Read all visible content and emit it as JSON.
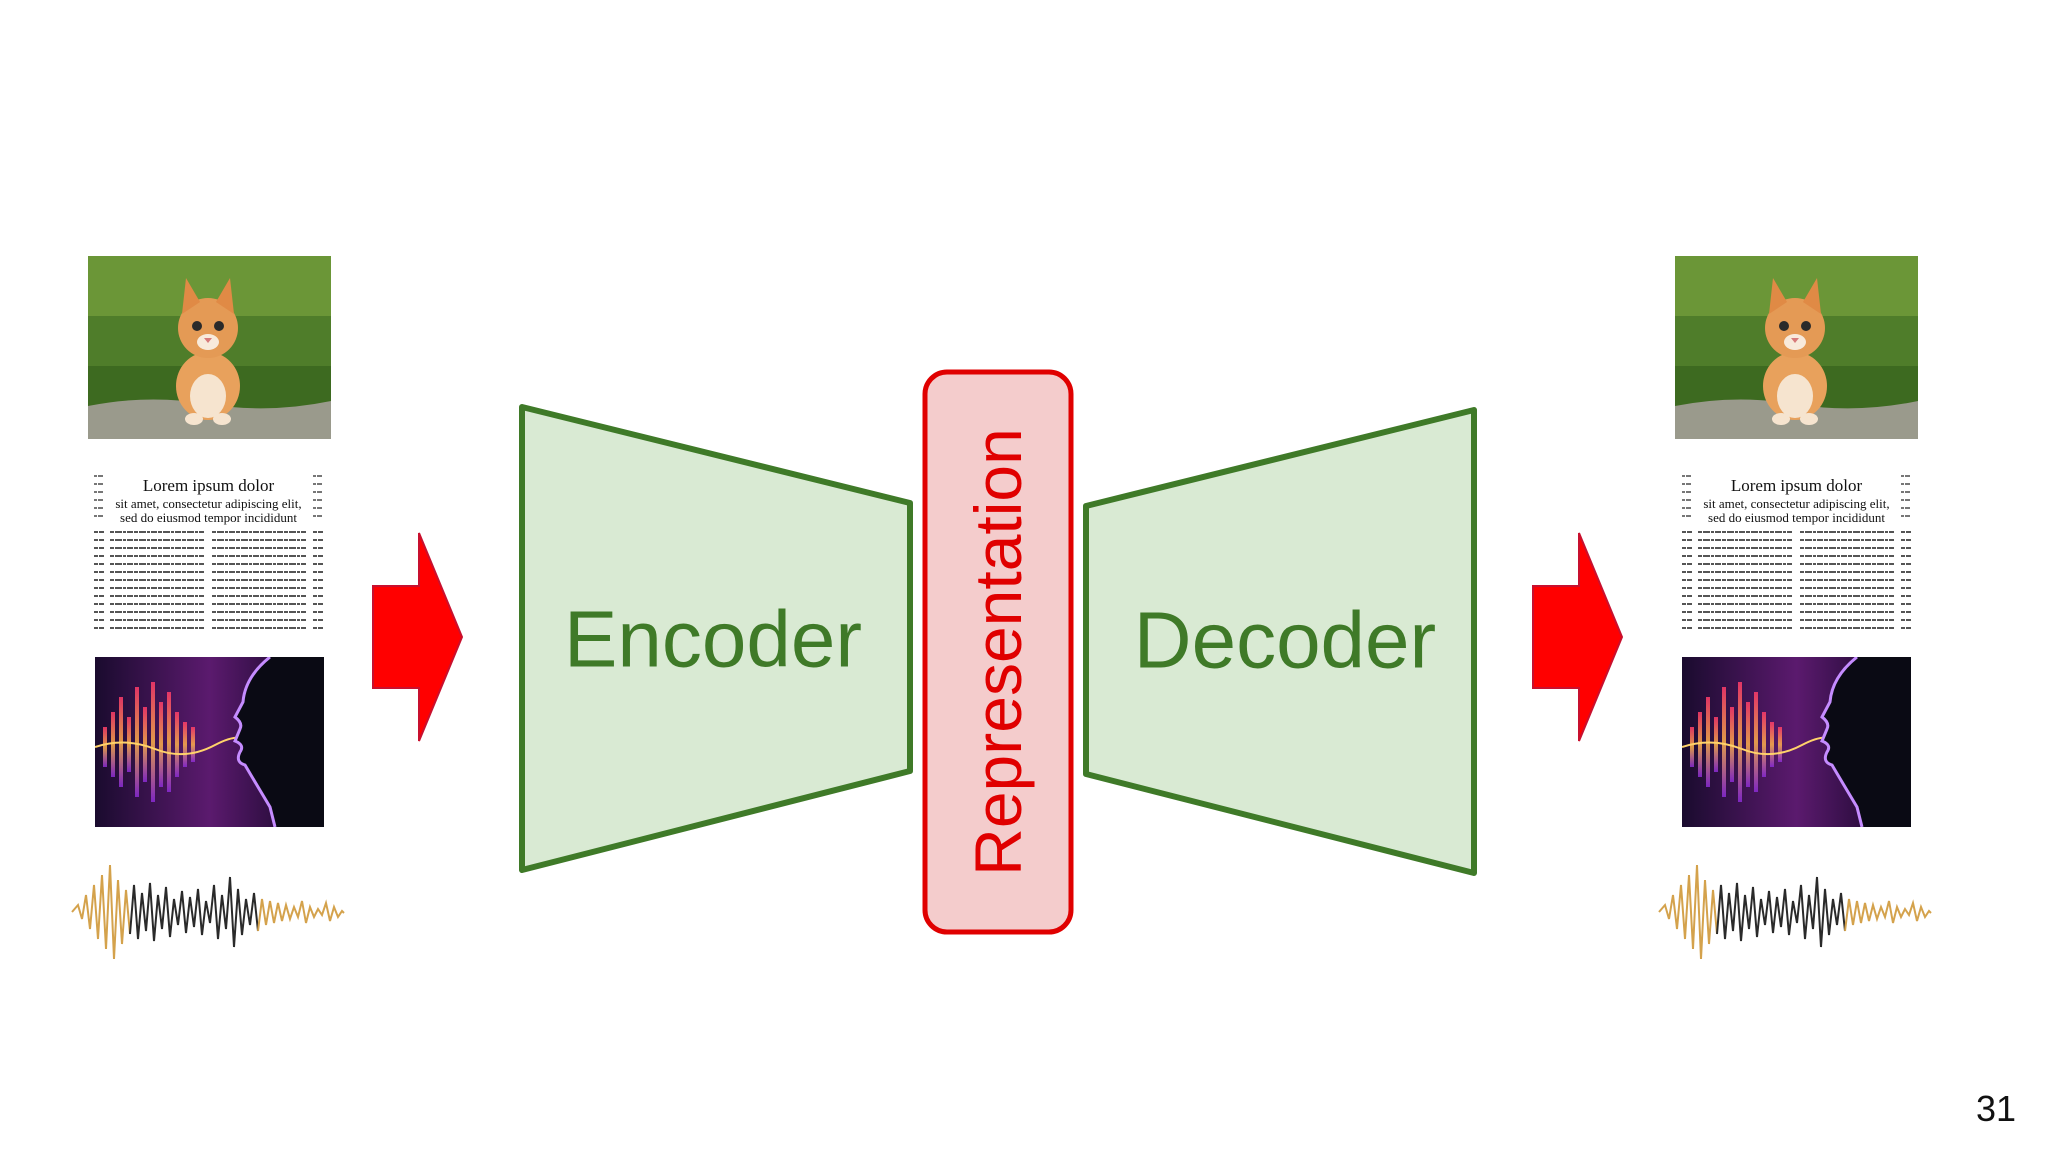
{
  "diagram": {
    "encoder_label": "Encoder",
    "decoder_label": "Decoder",
    "representation_label": "Representation"
  },
  "input_samples": {
    "document_title_lines": [
      "Lorem ipsum dolor",
      "sit amet, consectetur adipiscing elit,",
      "sed do eiusmod tempor incididunt"
    ]
  },
  "output_samples": {
    "document_title_lines": [
      "Lorem ipsum dolor",
      "sit amet, consectetur adipiscing elit,",
      "sed do eiusmod tempor incididunt"
    ]
  },
  "slide": {
    "page_number": "31"
  },
  "colors": {
    "block_fill": "#d9ead3",
    "block_stroke": "#3f7a28",
    "label_green": "#3f7a28",
    "representation_fill": "#f4cccc",
    "representation_stroke": "#e00000",
    "arrow": "#ff0000"
  },
  "icons": {
    "image_sample": "kitten-photo",
    "text_sample": "newspaper-page",
    "audio_sample": "voice-spectrum",
    "waveform_sample": "sound-waveform",
    "arrow": "right-arrow-icon"
  }
}
